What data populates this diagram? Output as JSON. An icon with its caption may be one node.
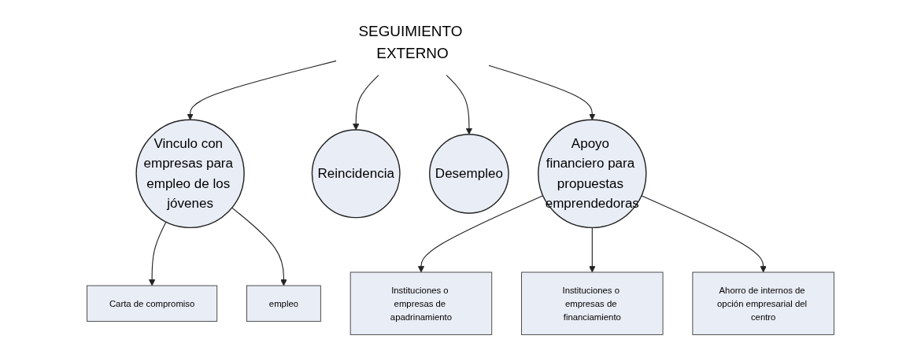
{
  "diagram": {
    "nodes": [
      {
        "text": [
          "SEGUIMIENTO EXTERNO"
        ]
      },
      {
        "text": [
          "Carta de compromiso"
        ]
      },
      {
        "text": [
          "empleo"
        ]
      },
      {
        "text": [
          "Vinculo con empresas para empleo de los jóvenes"
        ]
      },
      {
        "text": [
          "Reincidencia"
        ]
      },
      {
        "text": [
          "Desempleo"
        ]
      },
      {
        "text": [
          "Apoyo financiero para propuestas emprendedoras"
        ]
      },
      {
        "text": [
          "Instituciones o empresas de apadrinamiento"
        ]
      },
      {
        "text": [
          "Instituciones o empresas de financiamiento"
        ]
      },
      {
        "text": [
          "Ahorro de internos de opción empresarial del centro"
        ]
      }
    ],
    "edges": [
      {
        "from": 0,
        "to": 3,
        "arrow": "to"
      },
      {
        "from": 0,
        "to": 4,
        "arrow": "to"
      },
      {
        "from": 0,
        "to": 5,
        "arrow": "to"
      },
      {
        "from": 0,
        "to": 6,
        "arrow": "to"
      },
      {
        "from": 3,
        "to": 1,
        "arrow": "to"
      },
      {
        "from": 3,
        "to": 2,
        "arrow": "to"
      },
      {
        "from": 6,
        "to": 7,
        "arrow": "to"
      },
      {
        "from": 6,
        "to": 8,
        "arrow": "to"
      },
      {
        "from": 6,
        "to": 9,
        "arrow": "to"
      }
    ]
  }
}
